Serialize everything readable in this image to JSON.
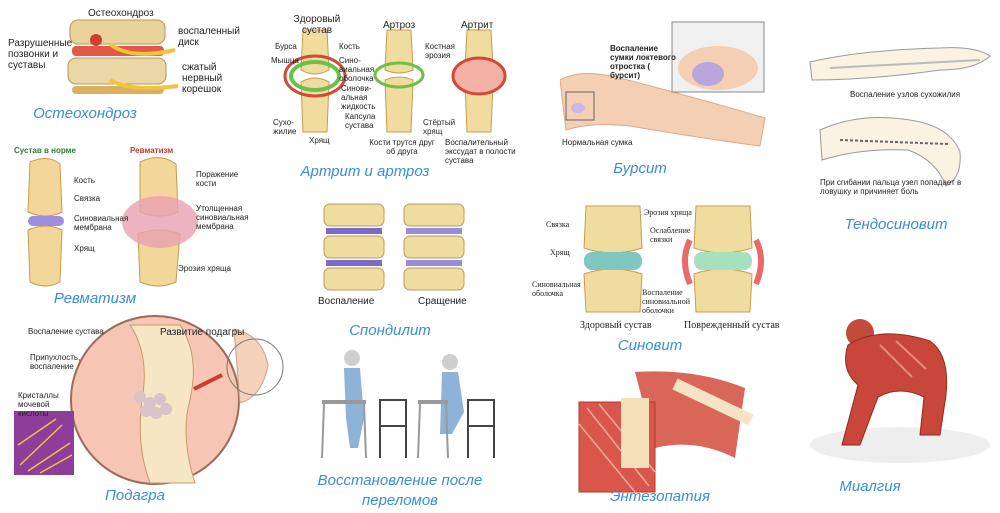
{
  "panels": {
    "osteochondrosis": {
      "caption": "Остеохондроз",
      "title": "Остеохондроз",
      "destroyed": "Разрушенные позвонки и суставы",
      "inflamed_disc": "воспаленный диск",
      "nerve_root": "сжатый нервный корешок"
    },
    "arthritis_arthrosis": {
      "caption": "Артрит и артроз",
      "h_healthy": "Здоровый сустав",
      "h_arthrosis": "Артроз",
      "h_arthritis": "Артрит",
      "bursa": "Бурса",
      "muscle": "Мышца",
      "bone": "Кость",
      "synovial_membrane": "Сино-виальная оболочка",
      "synovial_fluid": "Синови-альная жидкость",
      "capsule": "Капсула сустава",
      "tendon": "Сухо-жилие",
      "cartilage": "Хрящ",
      "bone_erosion": "Костная эрозия",
      "worn_cartilage": "Стёртый хрящ",
      "bones_rub": "Кости трутся друг об друга",
      "exudate": "Воспалительный экссудат в полости сустава"
    },
    "bursitis": {
      "caption": "Бурсит",
      "inflamed_bursa": "Воспаление сумки локтевого отростка ( бурсит)",
      "normal_bursa": "Нормальная сумка"
    },
    "tendosynovitis": {
      "caption": "Тендосиновит",
      "sheath_inflammation": "Воспаление узлов сухожилия",
      "bend_note": "При сгибании пальца узел попадает в ловушку и причиняет боль"
    },
    "rheumatism": {
      "caption": "Ревматизм",
      "h_normal": "Сустав в норме",
      "h_rheum": "Ревматизм",
      "bone": "Кость",
      "ligament": "Связка",
      "synovial": "Синовиальная мембрана",
      "cartilage": "Хрящ",
      "bone_damage": "Поражение кости",
      "thick_membrane": "Утолщенная синовиальная мембрана",
      "cartilage_erosion": "Эрозия хряща"
    },
    "spondylitis": {
      "caption": "Спондилит",
      "inflammation": "Воспаление",
      "fusion": "Сращение"
    },
    "synovitis": {
      "caption": "Синовит",
      "ligament": "Связка",
      "cartilage": "Хрящ",
      "synovial_shell": "Синовиальная оболочка",
      "cartilage_erosion": "Эрозия хряща",
      "weak_ligament": "Ослабление связки",
      "inflamed_shell": "Воспаление синовиальной оболочки",
      "healthy": "Здоровый сустав",
      "damaged": "Поврежденный сустав"
    },
    "gout": {
      "caption": "Подагра",
      "joint_inflammation": "Воспаление сустава",
      "development": "Развитие подагры",
      "swelling": "Припухлость, воспаление",
      "crystals": "Кристаллы мочевой кислоты"
    },
    "fracture": {
      "caption_line1": "Восстановление после",
      "caption_line2": "переломов"
    },
    "enthesopathy": {
      "caption": "Энтезопатия"
    },
    "myalgia": {
      "caption": "Миалгия"
    }
  },
  "colors": {
    "caption": "#3a8dd6",
    "bone": "#f1dca0",
    "muscle": "#c9473a",
    "cartilage": "#7ec8c0",
    "inflammation": "#e86a6a",
    "synovial_green": "#6cc04a",
    "skin": "#f5cfb4"
  }
}
